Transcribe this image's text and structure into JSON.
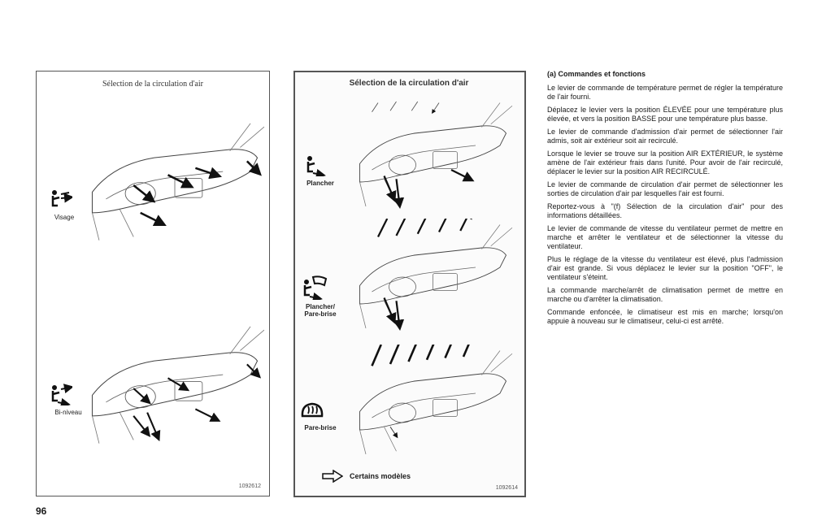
{
  "page_number": "96",
  "left_panel": {
    "title": "Sélection de la circulation d'air",
    "modes": [
      {
        "label": "Visage",
        "icon": "face-vent-icon"
      },
      {
        "label": "Bi-niveau",
        "icon": "bi-level-vent-icon"
      }
    ],
    "code": "1092612"
  },
  "mid_panel": {
    "title": "Sélection de la circulation d'air",
    "modes": [
      {
        "label": "Plancher",
        "icon": "floor-vent-icon"
      },
      {
        "label": "Plancher/ Pare-brise",
        "icon": "floor-windshield-vent-icon"
      },
      {
        "label": "Pare-brise",
        "icon": "defrost-icon"
      }
    ],
    "note": "Certains modèles",
    "code": "1092614"
  },
  "text": {
    "heading": "(a) Commandes et fonctions",
    "paragraphs": [
      "Le levier de commande de température permet de régler la température de l'air fourni.",
      "Déplacez le levier vers la position ÉLEVÉE pour une température plus élevée, et vers la position BASSE pour une température plus basse.",
      "Le levier de commande d'admission d'air permet de sélectionner l'air admis, soit air extérieur soit air recirculé.",
      "Lorsque le levier se trouve sur la position AIR EXTÉRIEUR, le système amène de l'air extérieur frais dans l'unité. Pour avoir de l'air recirculé, déplacer le levier sur la position AIR RECIRCULÉ.",
      "Le levier de commande de circulation d'air permet de sélectionner les sorties de circulation d'air par lesquelles l'air est fourni.",
      "Reportez-vous à \"(f) Sélection de la circulation d'air\" pour des informations détaillées.",
      "Le levier de commande de vitesse du ventilateur permet de mettre en marche et arrêter le ventilateur et de sélectionner la vitesse du ventilateur.",
      "Plus le réglage de la vitesse du ventilateur est élevé, plus l'admission d'air est grande. Si vous déplacez le levier sur la position \"OFF\", le ventilateur s'éteint.",
      "La commande marche/arrêt de climatisation permet de mettre en marche ou d'arrêter la climatisation.",
      "Commande enfoncée, le climatiseur est mis en marche; lorsqu'on appuie à nouveau sur le climatiseur, celui-ci est arrêté."
    ]
  }
}
